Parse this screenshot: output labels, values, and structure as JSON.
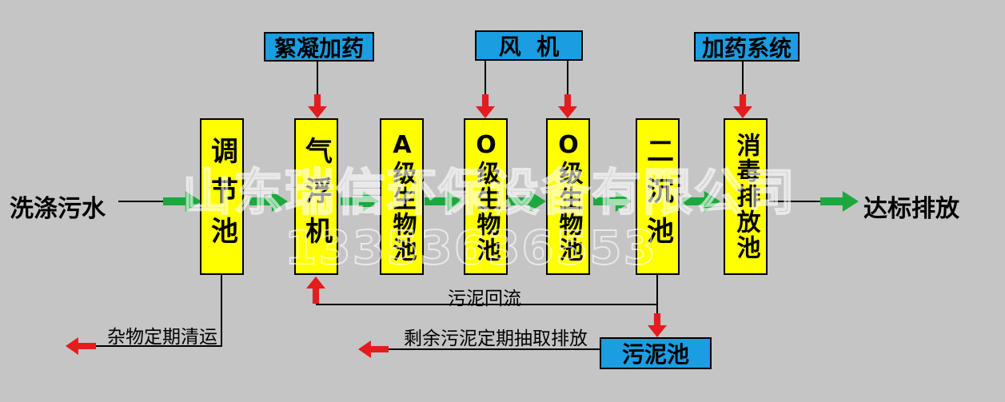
{
  "watermark": {
    "company": "山东瑞信环保设备有限公司",
    "phone": "13353636553"
  },
  "inlet": {
    "label": "洗涤污水"
  },
  "outlet": {
    "label": "达标排放"
  },
  "top_boxes": [
    {
      "label": "絮凝加药"
    },
    {
      "label": "风  机"
    },
    {
      "label": "加药系统"
    }
  ],
  "tanks": [
    {
      "label": "调节池"
    },
    {
      "label": "气浮机"
    },
    {
      "label": "A级生物池"
    },
    {
      "label": "O级生物池"
    },
    {
      "label": "O级生物池"
    },
    {
      "label": "二沉池"
    },
    {
      "label": "消毒排放池"
    }
  ],
  "sludge_tank": {
    "label": "污泥池"
  },
  "flow_labels": {
    "sludge_return": "污泥回流",
    "excess_sludge": "剩余污泥定期抽取排放",
    "debris_removal": "杂物定期清运"
  },
  "colors": {
    "background": "#c5c5c5",
    "tank_fill": "#ffff00",
    "box_fill": "#1b9de2",
    "arrow_green": "#1ca83e",
    "arrow_red": "#e31d1d",
    "line_black": "#000000",
    "watermark_white": "rgba(255,255,255,0.62)"
  }
}
